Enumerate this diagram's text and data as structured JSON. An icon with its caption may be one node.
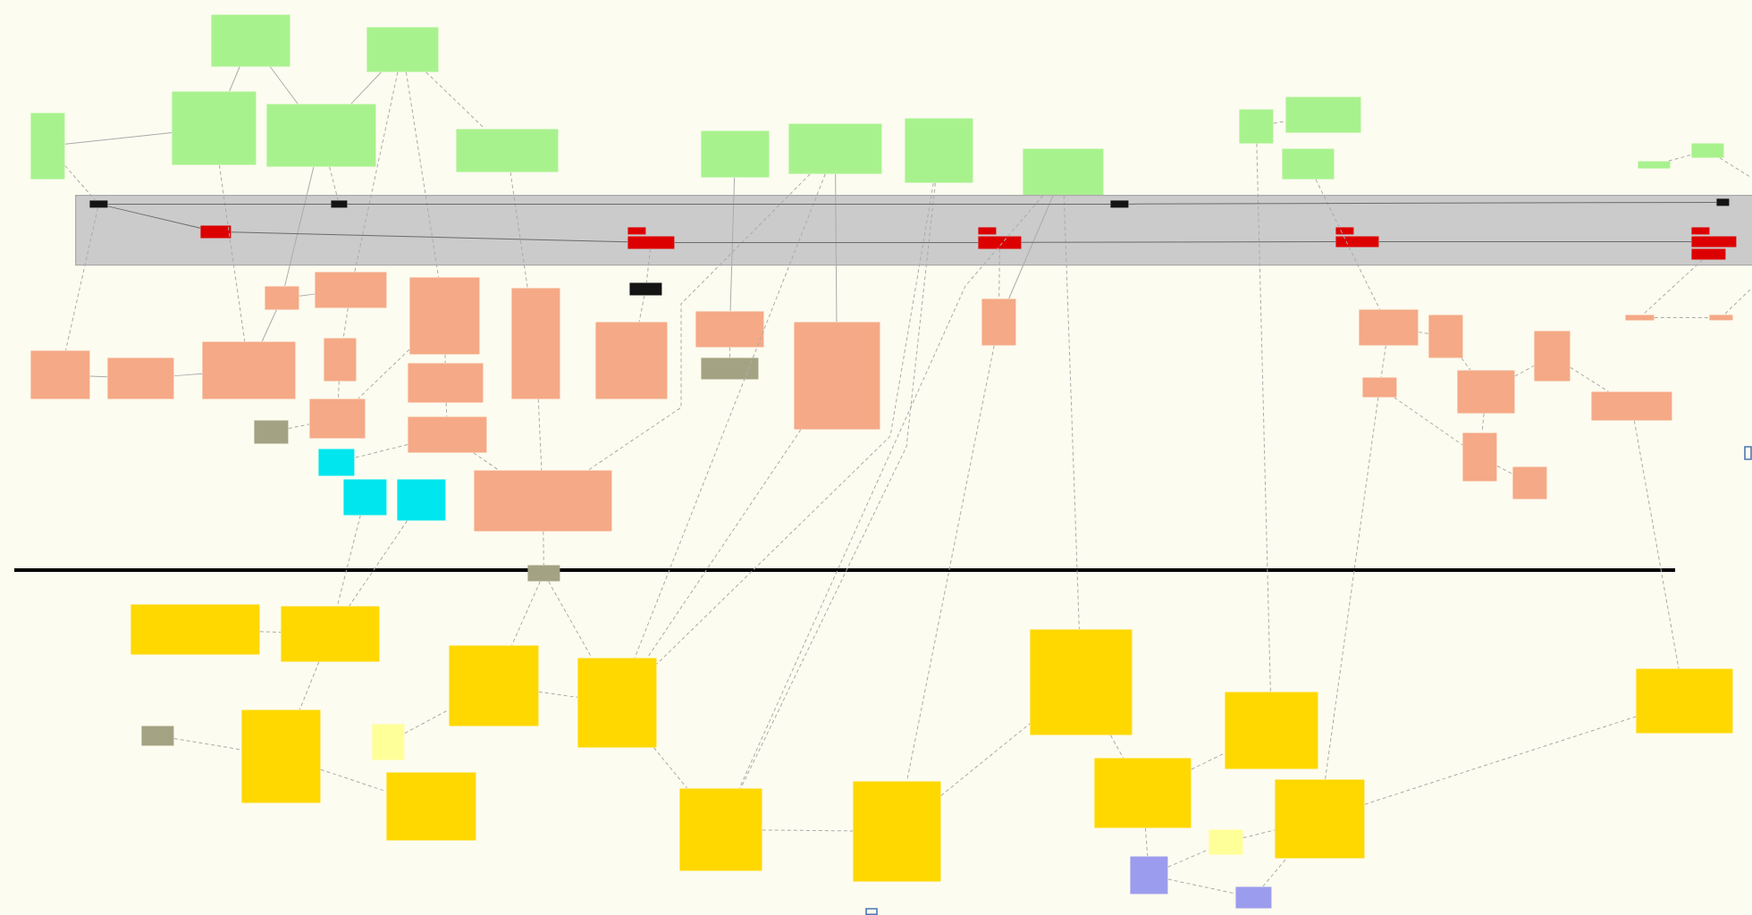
{
  "diagram": {
    "nodes": [
      {
        "text": [],
        "shape": "box"
      },
      {
        "text": [],
        "shape": "box"
      },
      {
        "text": [],
        "shape": "box"
      },
      {
        "text": [],
        "shape": "box"
      },
      {
        "text": [],
        "shape": "box"
      },
      {
        "text": [],
        "shape": "box"
      },
      {
        "text": [],
        "shape": "box"
      },
      {
        "text": [],
        "shape": "box"
      },
      {
        "text": [],
        "shape": "box"
      },
      {
        "text": [],
        "shape": "box"
      },
      {
        "text": [],
        "shape": "box"
      },
      {
        "text": [],
        "shape": "box"
      },
      {
        "text": [],
        "shape": "box"
      },
      {
        "text": [],
        "shape": "box"
      },
      {
        "text": [],
        "shape": "box"
      },
      {
        "text": [],
        "shape": "band"
      },
      {
        "text": [],
        "shape": "box",
        "in": 15
      },
      {
        "text": [],
        "shape": "box",
        "in": 15
      },
      {
        "text": [],
        "shape": "box",
        "in": 15
      },
      {
        "text": [],
        "shape": "box",
        "in": 15
      },
      {
        "text": [],
        "shape": "box",
        "in": 15
      },
      {
        "text": [],
        "shape": "box",
        "in": 15
      },
      {
        "text": [],
        "shape": "box",
        "in": 15
      },
      {
        "text": [],
        "shape": "box",
        "in": 15
      },
      {
        "text": [],
        "shape": "box",
        "in": 15
      },
      {
        "text": [],
        "shape": "box",
        "in": 15
      },
      {
        "text": [],
        "shape": "box",
        "in": 15
      },
      {
        "text": [],
        "shape": "box",
        "in": 15
      },
      {
        "text": [],
        "shape": "box",
        "in": 15
      },
      {
        "text": [],
        "shape": "box",
        "in": 15
      },
      {
        "text": [],
        "shape": "box"
      },
      {
        "text": [],
        "shape": "box"
      },
      {
        "text": [],
        "shape": "box"
      },
      {
        "text": [],
        "shape": "box"
      },
      {
        "text": [],
        "shape": "box"
      },
      {
        "text": [],
        "shape": "box"
      },
      {
        "text": [],
        "shape": "box"
      },
      {
        "text": [],
        "shape": "box"
      },
      {
        "text": [],
        "shape": "box"
      },
      {
        "text": [],
        "shape": "box"
      },
      {
        "text": [],
        "shape": "box"
      },
      {
        "text": [],
        "shape": "box"
      },
      {
        "text": [],
        "shape": "box"
      },
      {
        "text": [],
        "shape": "box"
      },
      {
        "text": [],
        "shape": "box"
      },
      {
        "text": [],
        "shape": "box"
      },
      {
        "text": [],
        "shape": "box"
      },
      {
        "text": [],
        "shape": "box"
      },
      {
        "text": [],
        "shape": "box"
      },
      {
        "text": [],
        "shape": "box"
      },
      {
        "text": [],
        "shape": "box"
      },
      {
        "text": [],
        "shape": "box"
      },
      {
        "text": [],
        "shape": "box"
      },
      {
        "text": [],
        "shape": "box"
      },
      {
        "text": [],
        "shape": "bar"
      },
      {
        "text": [],
        "shape": "bar"
      },
      {
        "text": [],
        "shape": "box"
      },
      {
        "text": [],
        "shape": "box"
      },
      {
        "text": [],
        "shape": "box"
      },
      {
        "text": [],
        "shape": "box"
      },
      {
        "text": [],
        "shape": "box"
      },
      {
        "text": [],
        "shape": "box"
      },
      {
        "text": [],
        "shape": "box"
      },
      {
        "text": [],
        "shape": "box"
      },
      {
        "text": [],
        "shape": "box"
      },
      {
        "text": [],
        "shape": "box"
      },
      {
        "text": [],
        "shape": "box"
      },
      {
        "text": [],
        "shape": "box"
      },
      {
        "text": [],
        "shape": "box"
      },
      {
        "text": [],
        "shape": "box"
      },
      {
        "text": [],
        "shape": "box"
      },
      {
        "text": [],
        "shape": "box"
      },
      {
        "text": [],
        "shape": "box"
      },
      {
        "text": [],
        "shape": "box"
      },
      {
        "text": [],
        "shape": "box"
      },
      {
        "text": [],
        "shape": "box"
      },
      {
        "text": [],
        "shape": "box"
      },
      {
        "text": [],
        "shape": "box"
      },
      {
        "text": [],
        "shape": "box"
      },
      {
        "text": [],
        "shape": "box"
      },
      {
        "text": [],
        "shape": "box"
      }
    ],
    "edges": [
      {
        "from": 4,
        "to": 2,
        "arrow": "none"
      },
      {
        "from": 0,
        "to": 2,
        "arrow": "none"
      },
      {
        "from": 0,
        "to": 3,
        "arrow": "none"
      },
      {
        "from": 1,
        "to": 3,
        "arrow": "none"
      },
      {
        "from": 3,
        "to": 33,
        "arrow": "none"
      },
      {
        "from": 6,
        "to": 43,
        "arrow": "none"
      },
      {
        "from": 7,
        "to": 44,
        "arrow": "none"
      },
      {
        "from": 9,
        "to": 45,
        "arrow": "none"
      },
      {
        "from": 30,
        "to": 31,
        "arrow": "none"
      },
      {
        "from": 31,
        "to": 32,
        "arrow": "none"
      },
      {
        "from": 33,
        "to": 32,
        "arrow": "none"
      },
      {
        "from": 33,
        "to": 34,
        "arrow": "none"
      },
      {
        "from": 1,
        "to": 34,
        "arrow": "none",
        "style": "dashed"
      },
      {
        "from": 1,
        "to": 36,
        "arrow": "none",
        "style": "dashed"
      },
      {
        "from": 1,
        "to": 5,
        "arrow": "none",
        "style": "dashed"
      },
      {
        "from": 3,
        "to": 17,
        "arrow": "none",
        "style": "dashed"
      },
      {
        "from": 2,
        "to": 32,
        "arrow": "none",
        "style": "dashed"
      },
      {
        "from": 5,
        "to": 41,
        "arrow": "none",
        "style": "dashed"
      },
      {
        "from": 16,
        "to": 30,
        "arrow": "none",
        "style": "dashed"
      },
      {
        "from": 4,
        "to": 16,
        "arrow": "none",
        "style": "dashed"
      },
      {
        "from": 7,
        "to": 40,
        "arrow": "none",
        "style": "dashed"
      },
      {
        "from": 7,
        "to": 69,
        "arrow": "none",
        "style": "dashed"
      },
      {
        "from": 8,
        "to": 69,
        "arrow": "none",
        "style": "dashed"
      },
      {
        "from": 8,
        "to": 70,
        "arrow": "none",
        "style": "dashed"
      },
      {
        "from": 9,
        "to": 72,
        "arrow": "none",
        "style": "dashed"
      },
      {
        "from": 9,
        "to": 70,
        "arrow": "none",
        "style": "dashed"
      },
      {
        "from": 10,
        "to": 11,
        "arrow": "none",
        "style": "dashed"
      },
      {
        "from": 10,
        "to": 74,
        "arrow": "none",
        "style": "dashed"
      },
      {
        "from": 12,
        "to": 46,
        "arrow": "none",
        "style": "dashed"
      },
      {
        "from": 13,
        "to": 14,
        "arrow": "none",
        "style": "dashed"
      },
      {
        "from": 24,
        "to": 45,
        "arrow": "none",
        "style": "dashed"
      },
      {
        "from": 22,
        "to": 56,
        "arrow": "none",
        "style": "dashed"
      },
      {
        "from": 56,
        "to": 42,
        "arrow": "none",
        "style": "dashed"
      },
      {
        "from": 29,
        "to": 54,
        "arrow": "none",
        "style": "dashed"
      },
      {
        "from": 54,
        "to": 55,
        "arrow": "none",
        "style": "dashed"
      },
      {
        "from": 46,
        "to": 47,
        "arrow": "none",
        "style": "dashed"
      },
      {
        "from": 46,
        "to": 48,
        "arrow": "none",
        "style": "dashed"
      },
      {
        "from": 47,
        "to": 49,
        "arrow": "none",
        "style": "dashed"
      },
      {
        "from": 49,
        "to": 50,
        "arrow": "none",
        "style": "dashed"
      },
      {
        "from": 50,
        "to": 51,
        "arrow": "none",
        "style": "dashed"
      },
      {
        "from": 48,
        "to": 52,
        "arrow": "none",
        "style": "dashed"
      },
      {
        "from": 49,
        "to": 52,
        "arrow": "none",
        "style": "dashed"
      },
      {
        "from": 52,
        "to": 53,
        "arrow": "none",
        "style": "dashed"
      },
      {
        "from": 48,
        "to": 76,
        "arrow": "none",
        "style": "dashed"
      },
      {
        "from": 51,
        "to": 77,
        "arrow": "none",
        "style": "dashed"
      },
      {
        "from": 34,
        "to": 35,
        "arrow": "none",
        "style": "dashed"
      },
      {
        "from": 36,
        "to": 38,
        "arrow": "none",
        "style": "dashed"
      },
      {
        "from": 35,
        "to": 38,
        "arrow": "none",
        "style": "dashed"
      },
      {
        "from": 36,
        "to": 37,
        "arrow": "none",
        "style": "dashed"
      },
      {
        "from": 37,
        "to": 39,
        "arrow": "none",
        "style": "dashed"
      },
      {
        "from": 58,
        "to": 38,
        "arrow": "none",
        "style": "dashed"
      },
      {
        "from": 39,
        "to": 60,
        "arrow": "none",
        "style": "dashed"
      },
      {
        "from": 39,
        "to": 40,
        "arrow": "none",
        "style": "dashed"
      },
      {
        "from": 41,
        "to": 40,
        "arrow": "none",
        "style": "dashed"
      },
      {
        "from": 40,
        "to": 59,
        "arrow": "none",
        "style": "dashed"
      },
      {
        "from": 43,
        "to": 57,
        "arrow": "none",
        "style": "dashed"
      },
      {
        "from": 59,
        "to": 68,
        "arrow": "none",
        "style": "dashed"
      },
      {
        "from": 59,
        "to": 69,
        "arrow": "none",
        "style": "dashed"
      },
      {
        "from": 45,
        "to": 71,
        "arrow": "none",
        "style": "dashed"
      },
      {
        "from": 44,
        "to": 69,
        "arrow": "none",
        "style": "dashed"
      },
      {
        "from": 61,
        "to": 64,
        "arrow": "none",
        "style": "dashed"
      },
      {
        "from": 62,
        "to": 64,
        "arrow": "none",
        "style": "dashed"
      },
      {
        "from": 63,
        "to": 64,
        "arrow": "none",
        "style": "dashed"
      },
      {
        "from": 64,
        "to": 65,
        "arrow": "none",
        "style": "dashed"
      },
      {
        "from": 78,
        "to": 65,
        "arrow": "none",
        "style": "dashed"
      },
      {
        "from": 65,
        "to": 67,
        "arrow": "none",
        "style": "dashed"
      },
      {
        "from": 66,
        "to": 68,
        "arrow": "none",
        "style": "dashed"
      },
      {
        "from": 68,
        "to": 69,
        "arrow": "none",
        "style": "dashed"
      },
      {
        "from": 69,
        "to": 70,
        "arrow": "none",
        "style": "dashed"
      },
      {
        "from": 70,
        "to": 71,
        "arrow": "none",
        "style": "dashed"
      },
      {
        "from": 71,
        "to": 72,
        "arrow": "none",
        "style": "dashed"
      },
      {
        "from": 72,
        "to": 73,
        "arrow": "none",
        "style": "dashed"
      },
      {
        "from": 73,
        "to": 74,
        "arrow": "none",
        "style": "dashed"
      },
      {
        "from": 73,
        "to": 79,
        "arrow": "none",
        "style": "dashed"
      },
      {
        "from": 79,
        "to": 80,
        "arrow": "none",
        "style": "dashed"
      },
      {
        "from": 79,
        "to": 75,
        "arrow": "none",
        "style": "dashed"
      },
      {
        "from": 75,
        "to": 76,
        "arrow": "none",
        "style": "dashed"
      },
      {
        "from": 80,
        "to": 76,
        "arrow": "none",
        "style": "dashed"
      },
      {
        "from": 76,
        "to": 77,
        "arrow": "none",
        "style": "dashed"
      },
      {
        "from": 16,
        "to": 17,
        "arrow": "none",
        "color": "#6b6b6b"
      },
      {
        "from": 17,
        "to": 18,
        "arrow": "none",
        "color": "#6b6b6b"
      },
      {
        "from": 18,
        "to": 19,
        "arrow": "none",
        "color": "#6b6b6b"
      },
      {
        "from": 16,
        "to": 20,
        "arrow": "none",
        "color": "#6b6b6b"
      },
      {
        "from": 20,
        "to": 22,
        "arrow": "none",
        "color": "#6b6b6b"
      },
      {
        "from": 22,
        "to": 24,
        "arrow": "none",
        "color": "#6b6b6b"
      },
      {
        "from": 24,
        "to": 26,
        "arrow": "none",
        "color": "#6b6b6b"
      },
      {
        "from": 26,
        "to": 28,
        "arrow": "none",
        "color": "#6b6b6b"
      },
      {
        "from": 14,
        "to": null,
        "arrow": "none",
        "style": "dashed"
      },
      {
        "from": null,
        "to": 55,
        "arrow": "none",
        "style": "dashed"
      }
    ]
  }
}
